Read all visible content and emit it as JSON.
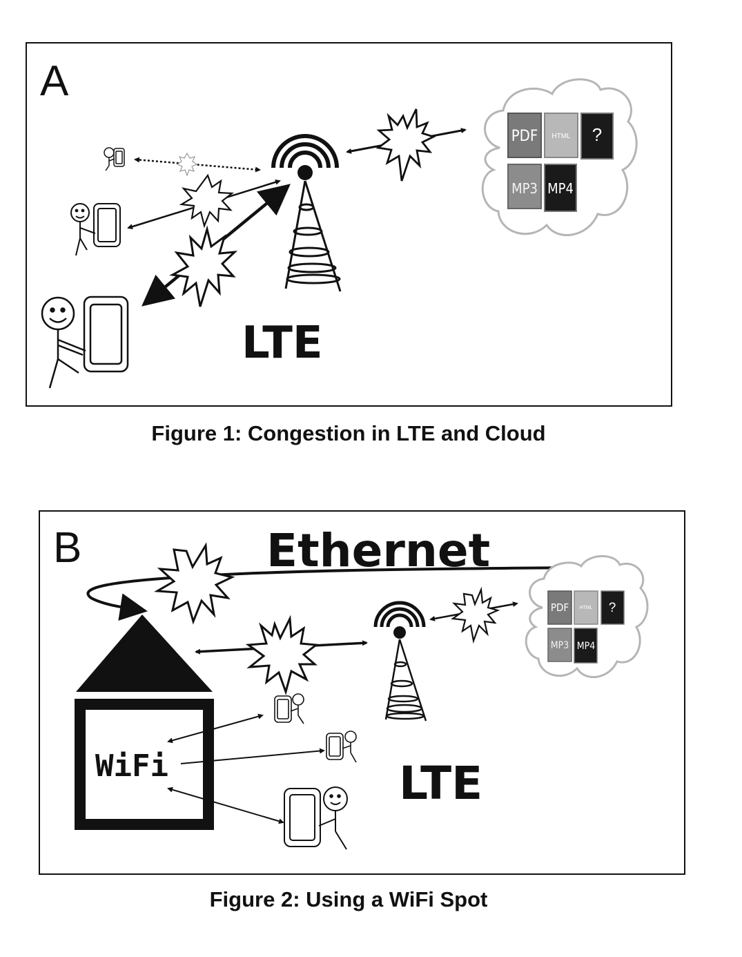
{
  "figure1": {
    "panel_letter": "A",
    "network_label": "LTE",
    "caption": "Figure 1: Congestion in LTE and Cloud",
    "cloud_files": [
      "PDF",
      "HTML",
      "?",
      "MP3",
      "MP4"
    ]
  },
  "figure2": {
    "panel_letter": "B",
    "backbone_label": "Ethernet",
    "hotspot_label": "WiFi",
    "network_label": "LTE",
    "caption": "Figure 2: Using a WiFi Spot",
    "cloud_files": [
      "PDF",
      "HTML",
      "?",
      "MP3",
      "MP4"
    ]
  },
  "colors": {
    "ink": "#111111",
    "cloud_outline": "#b5b5b5",
    "tile_gray": "#7a7a7a",
    "tile_light": "#b8b8b8",
    "tile_dark": "#1a1a1a"
  }
}
